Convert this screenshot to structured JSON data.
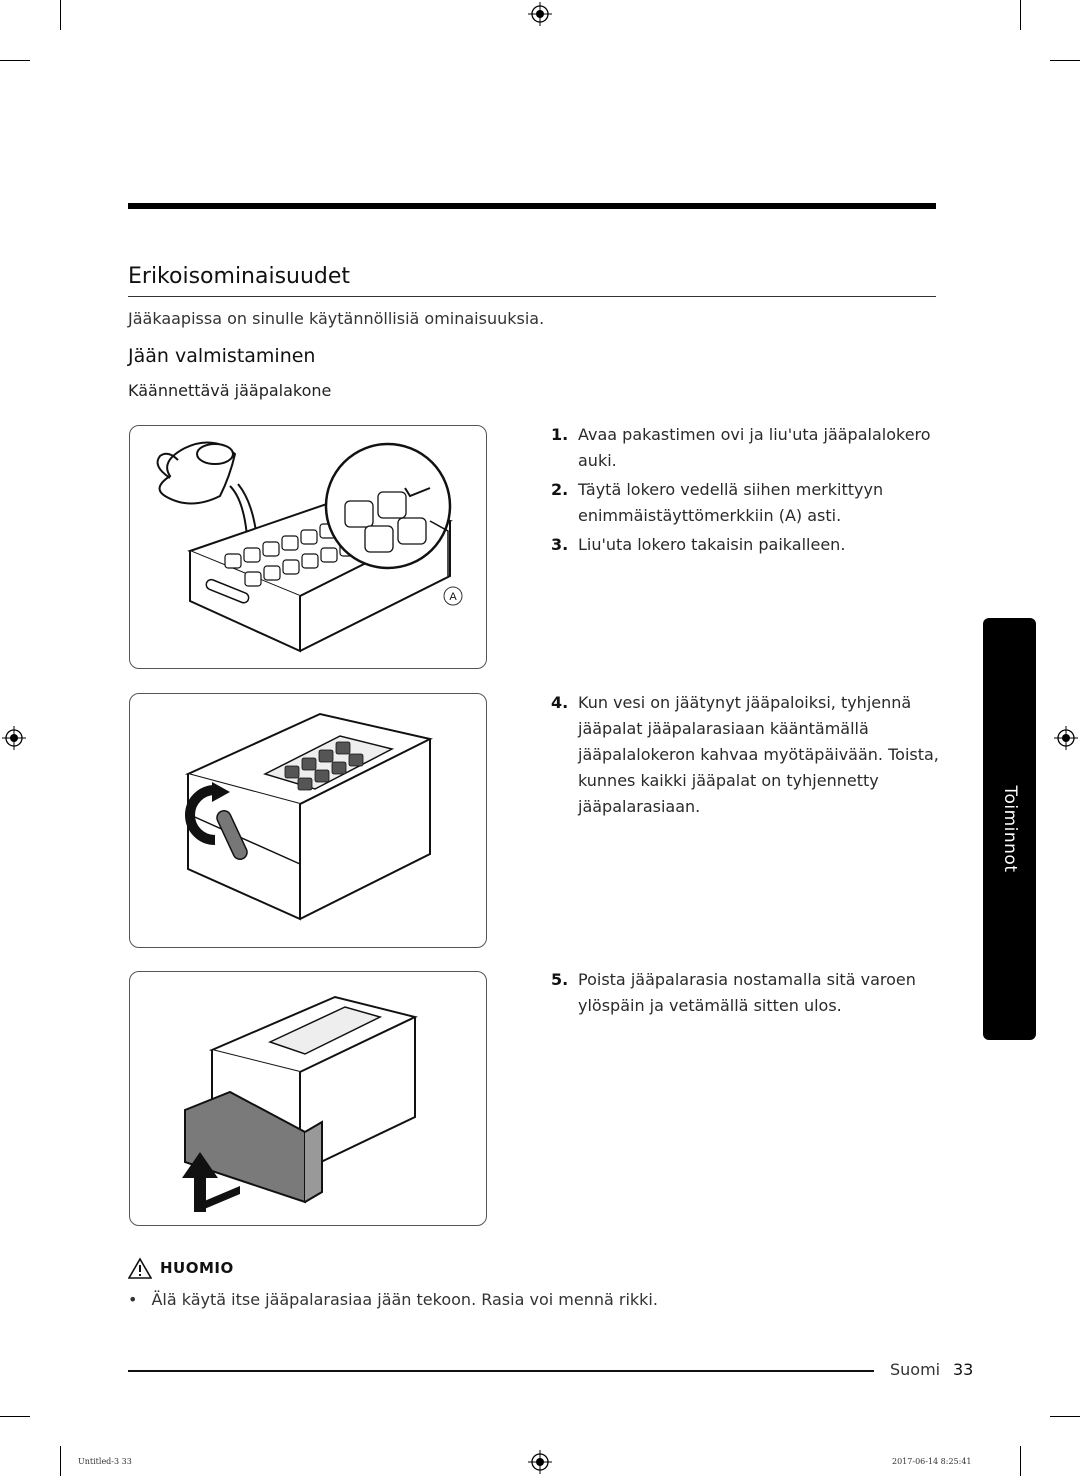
{
  "section_title": "Erikoisominaisuudet",
  "intro": "Jääkaapissa on sinulle käytännöllisiä ominaisuuksia.",
  "subsection_title": "Jään valmistaminen",
  "subsubsection_title": "Käännettävä jääpalakone",
  "figure1_label": "A",
  "steps": [
    {
      "num": "1.",
      "text": "Avaa pakastimen ovi ja liu'uta jääpalalokero auki."
    },
    {
      "num": "2.",
      "text": "Täytä lokero vedellä siihen merkittyyn enimmäistäyttömerkkiin (A) asti."
    },
    {
      "num": "3.",
      "text": "Liu'uta lokero takaisin paikalleen."
    },
    {
      "num": "4.",
      "text": "Kun vesi on jäätynyt jääpaloiksi, tyhjennä jääpalat jääpalarasiaan kääntämällä jääpalalokeron kahvaa myötäpäivään. Toista, kunnes kaikki jääpalat on tyhjennetty jääpalarasiaan."
    },
    {
      "num": "5.",
      "text": "Poista jääpalarasia nostamalla sitä varoen ylöspäin ja vetämällä sitten ulos."
    }
  ],
  "side_tab": "Toiminnot",
  "caution": {
    "label": "HUOMIO",
    "bullet": "•",
    "item": "Älä käytä itse jääpalarasiaa jään tekoon. Rasia voi mennä rikki."
  },
  "footer": {
    "language": "Suomi",
    "page": "33"
  },
  "print_marks": {
    "left": "Untitled-3   33",
    "right": "2017-06-14   8:25:41"
  },
  "icons": [
    "registration-mark-icon",
    "warning-triangle-icon",
    "rotate-arrow-icon",
    "up-arrow-icon"
  ]
}
